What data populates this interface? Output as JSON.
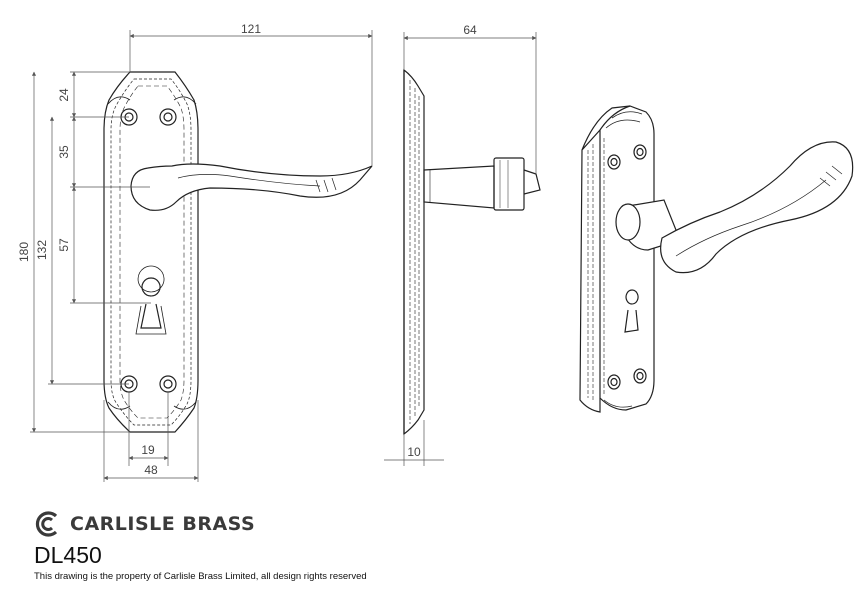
{
  "dimensions": {
    "overall_width": "121",
    "side_depth": "64",
    "top_to_screw": "24",
    "screw_to_lever": "35",
    "lever_to_keyhole": "57",
    "screw_centres": "132",
    "plate_height": "180",
    "screw_offset": "19",
    "plate_width": "48",
    "plate_thickness": "10"
  },
  "footer": {
    "brand": "CARLISLE BRASS",
    "model": "DL450",
    "notice": "This drawing is the property of Carlisle Brass Limited, all design rights reserved"
  },
  "colors": {
    "line": "#222222",
    "dimension": "#555555",
    "brand": "#3a3a3a"
  }
}
